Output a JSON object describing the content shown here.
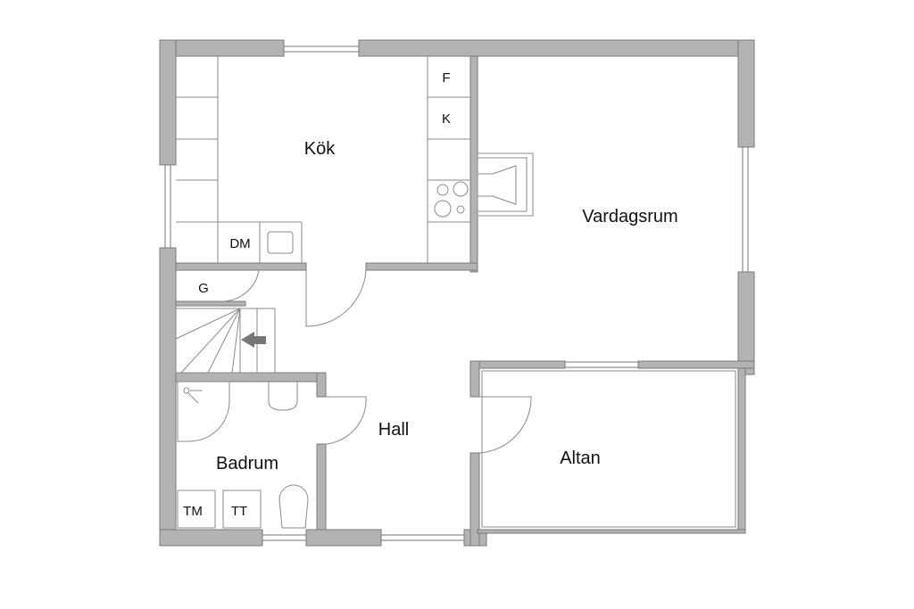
{
  "rooms": {
    "kitchen": "Kök",
    "living_room": "Vardagsrum",
    "hall": "Hall",
    "patio": "Altan",
    "bathroom": "Badrum"
  },
  "fixtures": {
    "dishwasher": "DM",
    "fridge": "F",
    "freezer": "K",
    "wardrobe": "G",
    "washing_machine": "TM",
    "dryer": "TT"
  },
  "colors": {
    "wall": "#b3b3b3",
    "line": "#8a8a8a"
  }
}
